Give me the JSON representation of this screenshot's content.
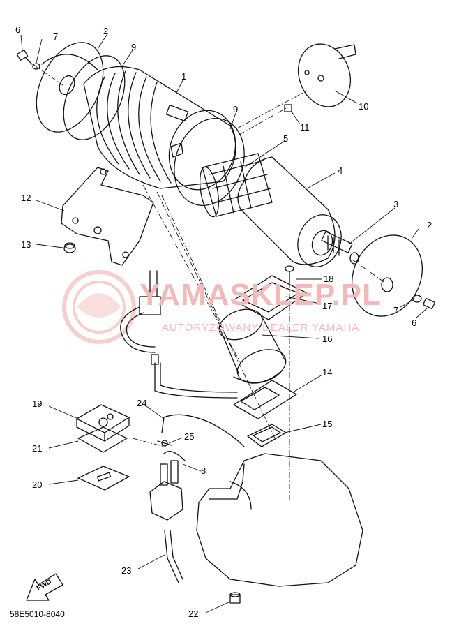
{
  "diagram": {
    "part_code": "58E5010-8040",
    "fwd_label": "FWD",
    "watermark": {
      "title": "YAMASKLEP.PL",
      "subtitle": "AUTORYZOWANY DEALER YAMAHA"
    },
    "callouts": [
      {
        "id": "c1",
        "label": "1"
      },
      {
        "id": "c2a",
        "label": "2"
      },
      {
        "id": "c2b",
        "label": "2"
      },
      {
        "id": "c3",
        "label": "3"
      },
      {
        "id": "c4",
        "label": "4"
      },
      {
        "id": "c5",
        "label": "5"
      },
      {
        "id": "c6a",
        "label": "6"
      },
      {
        "id": "c6b",
        "label": "6"
      },
      {
        "id": "c7a",
        "label": "7"
      },
      {
        "id": "c7b",
        "label": "7"
      },
      {
        "id": "c8",
        "label": "8"
      },
      {
        "id": "c9a",
        "label": "9"
      },
      {
        "id": "c9b",
        "label": "9"
      },
      {
        "id": "c10",
        "label": "10"
      },
      {
        "id": "c11",
        "label": "11"
      },
      {
        "id": "c12",
        "label": "12"
      },
      {
        "id": "c13",
        "label": "13"
      },
      {
        "id": "c14",
        "label": "14"
      },
      {
        "id": "c15",
        "label": "15"
      },
      {
        "id": "c16",
        "label": "16"
      },
      {
        "id": "c17",
        "label": "17"
      },
      {
        "id": "c18",
        "label": "18"
      },
      {
        "id": "c19",
        "label": "19"
      },
      {
        "id": "c20",
        "label": "20"
      },
      {
        "id": "c21",
        "label": "21"
      },
      {
        "id": "c22",
        "label": "22"
      },
      {
        "id": "c23",
        "label": "23"
      },
      {
        "id": "c24",
        "label": "24"
      },
      {
        "id": "c25",
        "label": "25"
      }
    ]
  }
}
